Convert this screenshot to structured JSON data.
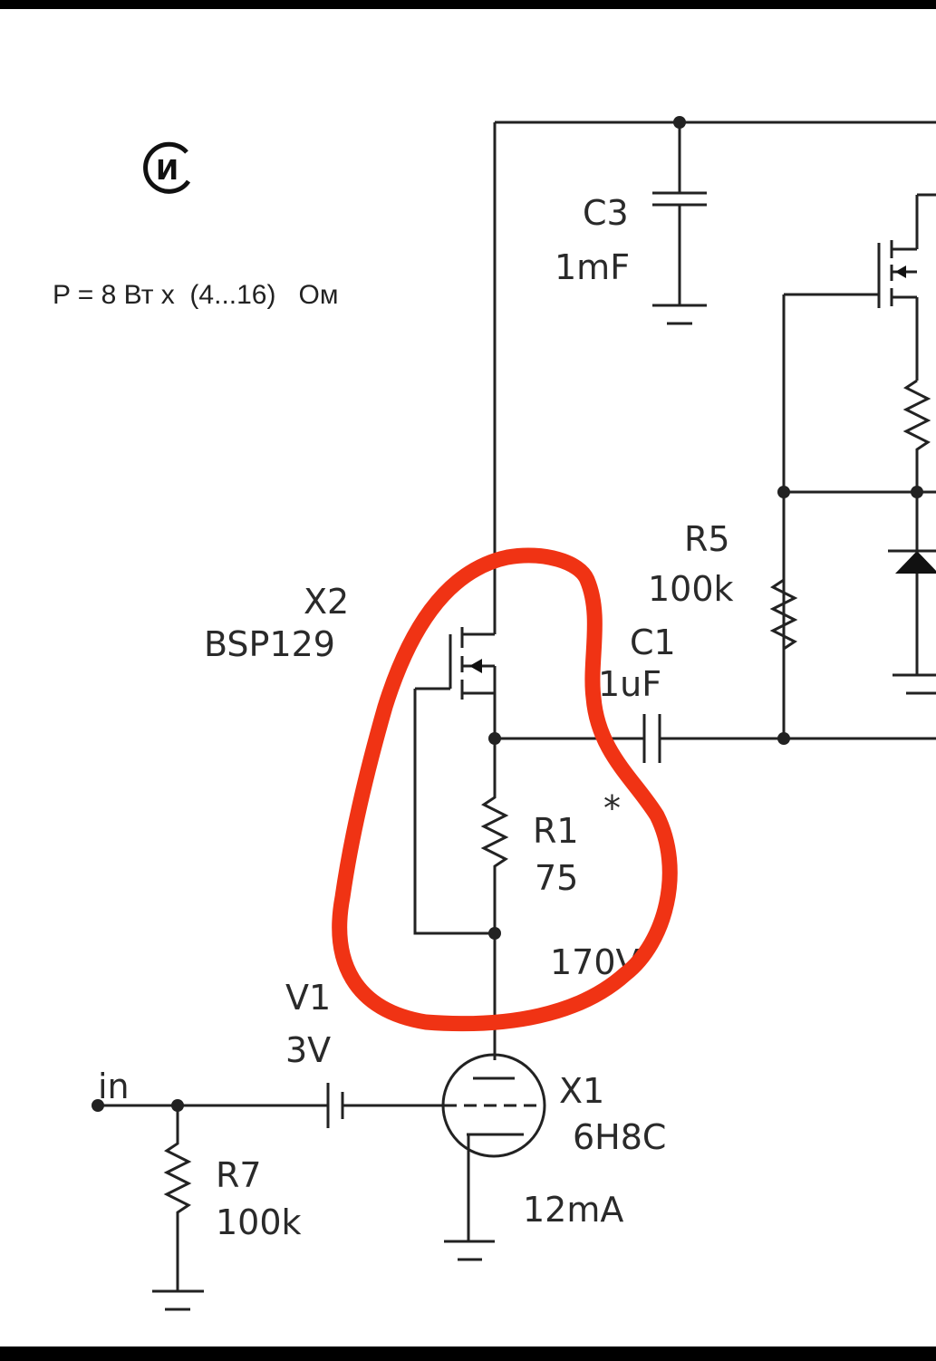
{
  "logo": {
    "text": "И"
  },
  "power_note": "P = 8 Вт x  (4...16)   Ом",
  "components": {
    "c3": {
      "ref": "C3",
      "value": "1mF"
    },
    "x2": {
      "ref": "X2",
      "value": "BSP129"
    },
    "r5": {
      "ref": "R5",
      "value": "100k"
    },
    "c1": {
      "ref": "C1",
      "value": "1uF"
    },
    "r1": {
      "ref": "R1",
      "value": "75",
      "mark": "*"
    },
    "v1": {
      "ref": "V1",
      "value": "3V"
    },
    "x1": {
      "ref": "X1",
      "value": "6H8C"
    },
    "r7": {
      "ref": "R7",
      "value": "100k"
    }
  },
  "annotations": {
    "voltage": "170V",
    "current": "12mA",
    "input": "in"
  },
  "colors": {
    "highlight": "#f03314",
    "wire": "#222222",
    "frame": "#000000"
  }
}
